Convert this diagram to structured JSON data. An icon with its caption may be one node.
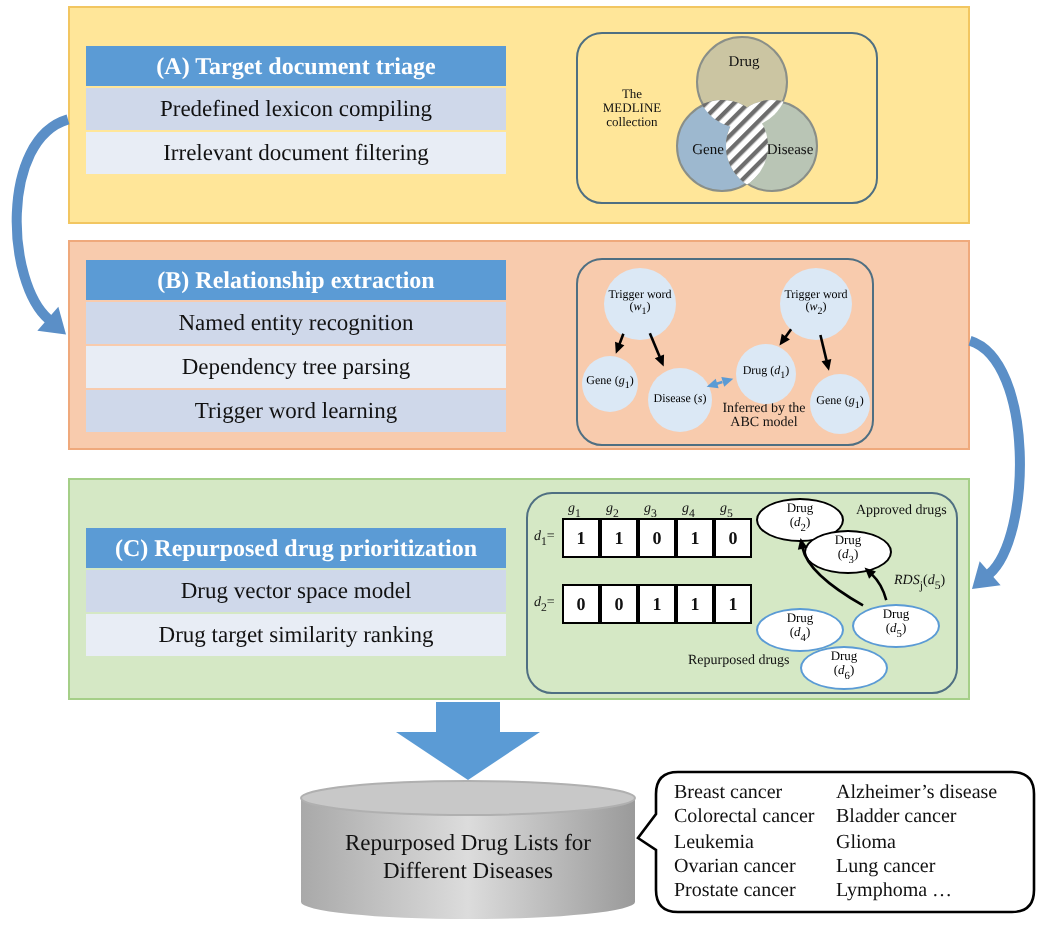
{
  "diagram": {
    "nodes": [
      {
        "text": [],
        "shape": "box"
      },
      {
        "text": [
          "(A) Target document triage"
        ],
        "in": 0
      },
      {
        "text": [
          "Predefined lexicon compiling"
        ],
        "in": 0
      },
      {
        "text": [
          "Irrelevant document filtering"
        ],
        "in": 0
      },
      {
        "text": [
          "The MEDLINE collection"
        ],
        "in": 0
      },
      {
        "text": [
          "Drug"
        ],
        "in": 4
      },
      {
        "text": [
          "Gene"
        ],
        "in": 4
      },
      {
        "text": [
          "Disease"
        ],
        "in": 4
      },
      {
        "text": [],
        "shape": "box"
      },
      {
        "text": [
          "(B) Relationship extraction"
        ],
        "in": 8
      },
      {
        "text": [
          "Named entity recognition"
        ],
        "in": 8
      },
      {
        "text": [
          "Dependency tree parsing"
        ],
        "in": 8
      },
      {
        "text": [
          "Trigger word learning"
        ],
        "in": 8
      },
      {
        "text": [
          "Inferred by the ABC model"
        ],
        "in": 8
      },
      {
        "text": [
          "Trigger word (*w*$_{1}$)"
        ],
        "in": 13
      },
      {
        "text": [
          "Gene (*g*$_{1}$)"
        ],
        "in": 13
      },
      {
        "text": [
          "Disease (*s*)"
        ],
        "in": 13
      },
      {
        "text": [
          "Trigger word (*w*$_{2}$)"
        ],
        "in": 13
      },
      {
        "text": [
          "Drug (*d*$_{1}$)"
        ],
        "in": 13
      },
      {
        "text": [
          "Gene (*g*$_{1}$)"
        ],
        "in": 13
      },
      {
        "text": [],
        "shape": "box"
      },
      {
        "text": [
          "(C) Repurposed drug prioritization"
        ],
        "in": 20
      },
      {
        "text": [
          "Drug vector space model"
        ],
        "in": 20
      },
      {
        "text": [
          "Drug target similarity ranking"
        ],
        "in": 20
      },
      {
        "text": [],
        "shape": "box",
        "in": 20
      },
      {
        "text": [
          "Drug (*d*$_{2}$)"
        ],
        "in": 24
      },
      {
        "text": [
          "Drug (*d*$_{3}$)"
        ],
        "in": 24
      },
      {
        "text": [
          "Drug (*d*$_{4}$)"
        ],
        "in": 24
      },
      {
        "text": [
          "Drug (*d*$_{5}$)"
        ],
        "in": 24
      },
      {
        "text": [
          "Drug (*d*$_{6}$)"
        ],
        "in": 24
      },
      {
        "text": [
          "Repurposed Drug Lists for Different Diseases"
        ]
      },
      {
        "text": [
          "Breast cancer",
          "Alzheimer’s disease",
          "Colorectal cancer",
          "Bladder cancer",
          "Leukemia",
          "Glioma",
          "Ovarian cancer",
          "Lung cancer",
          "Prostate cancer",
          "Lymphoma …"
        ]
      }
    ],
    "edges": [
      {
        "from": 0,
        "to": 8,
        "arrow": "to",
        "style": "thick",
        "color": "#5b8fc7"
      },
      {
        "from": 8,
        "to": 20,
        "arrow": "to",
        "style": "thick",
        "color": "#5b8fc7"
      },
      {
        "from": 20,
        "to": 30,
        "arrow": "to",
        "style": "thick",
        "color": "#5b9bd5"
      },
      {
        "from": 14,
        "to": 15,
        "arrow": "to"
      },
      {
        "from": 14,
        "to": 16,
        "arrow": "to"
      },
      {
        "from": 17,
        "to": 18,
        "arrow": "to"
      },
      {
        "from": 17,
        "to": 19,
        "arrow": "to"
      },
      {
        "from": 16,
        "to": 18,
        "arrow": "both",
        "style": "dashed",
        "color": "#5b9bd5"
      },
      {
        "from": 28,
        "to": 25,
        "arrow": "to"
      },
      {
        "from": 28,
        "to": 26,
        "arrow": "to"
      }
    ],
    "labels": [
      "*g*$_{1}$",
      "*g*$_{2}$",
      "*g*$_{3}$",
      "*g*$_{4}$",
      "*g*$_{5}$",
      "*d*$_{1}$=",
      "1",
      "1",
      "0",
      "1",
      "0",
      "*d*$_{2}$=",
      "0",
      "0",
      "1",
      "1",
      "1",
      "Approved drugs",
      "*RDS*$_{j}$(*d*$_{5}$)",
      "Repurposed drugs"
    ]
  }
}
